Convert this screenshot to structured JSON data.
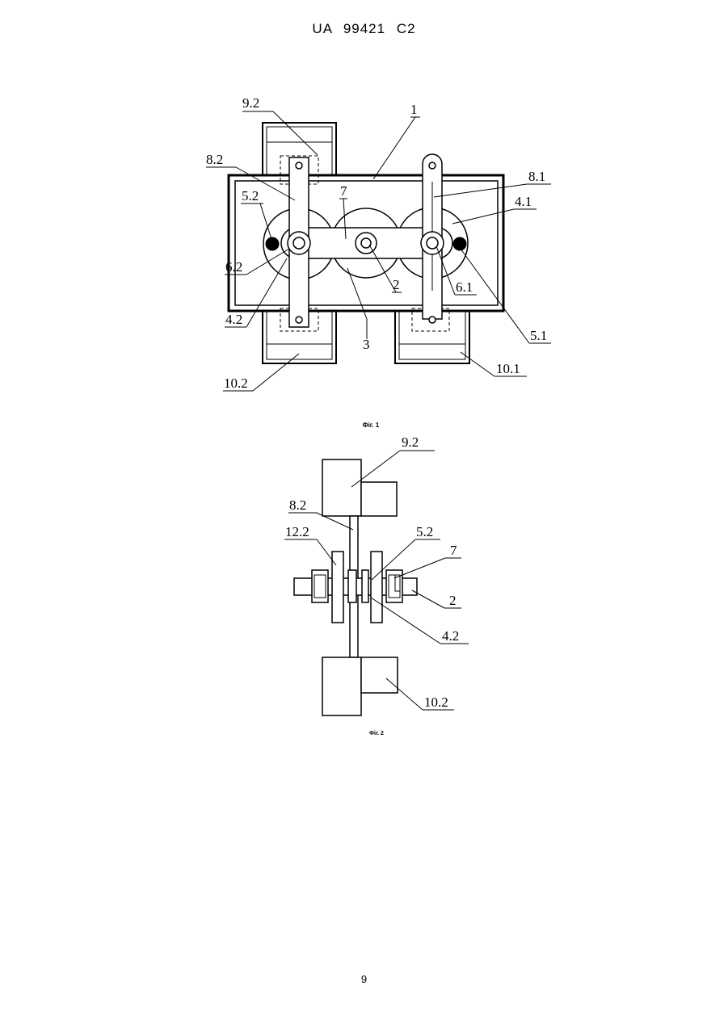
{
  "header": {
    "patent_number": "UA   99421   C2"
  },
  "figure1": {
    "caption": "Фіг. 1",
    "labels": {
      "l1": "1",
      "l2": "2",
      "l3": "3",
      "l4_1": "4.1",
      "l4_2": "4.2",
      "l5_1": "5.1",
      "l5_2": "5.2",
      "l6_1": "6.1",
      "l6_2": "6.2",
      "l7": "7",
      "l8_1": "8.1",
      "l8_2": "8.2",
      "l9_2": "9.2",
      "l10_1": "10.1",
      "l10_2": "10.2"
    }
  },
  "figure2": {
    "caption": "Фіг. 2",
    "labels": {
      "l9_2": "9.2",
      "l8_2": "8.2",
      "l12_2": "12.2",
      "l5_2": "5.2",
      "l7": "7",
      "l2": "2",
      "l4_2": "4.2",
      "l10_2": "10.2"
    }
  },
  "footer": {
    "page_number": "9"
  }
}
